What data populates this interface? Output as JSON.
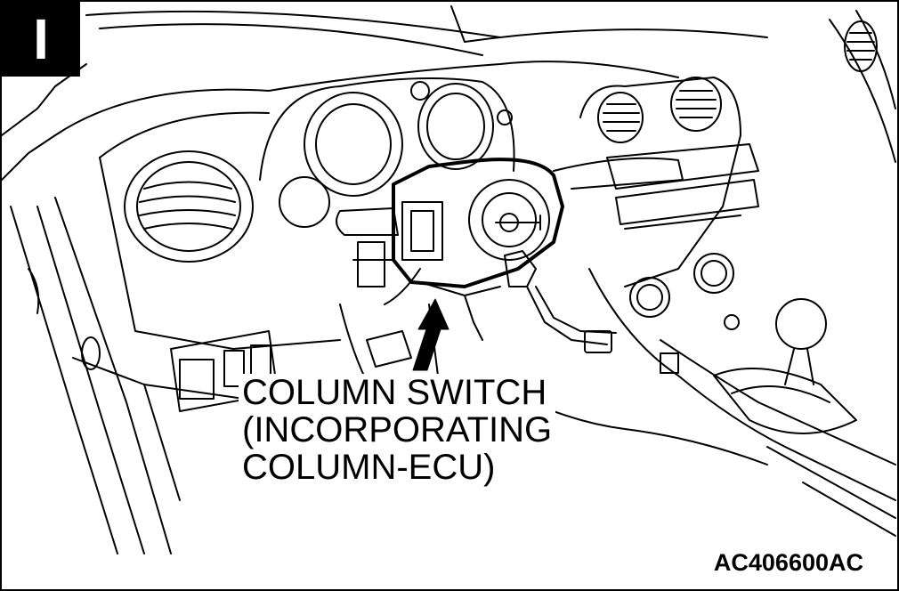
{
  "badge": {
    "label": "I"
  },
  "callout": {
    "lines": [
      "COLUMN SWITCH",
      "(INCORPORATING",
      "COLUMN-ECU)"
    ]
  },
  "figure_code": "AC406600AC",
  "colors": {
    "ink": "#000000",
    "paper": "#ffffff"
  }
}
